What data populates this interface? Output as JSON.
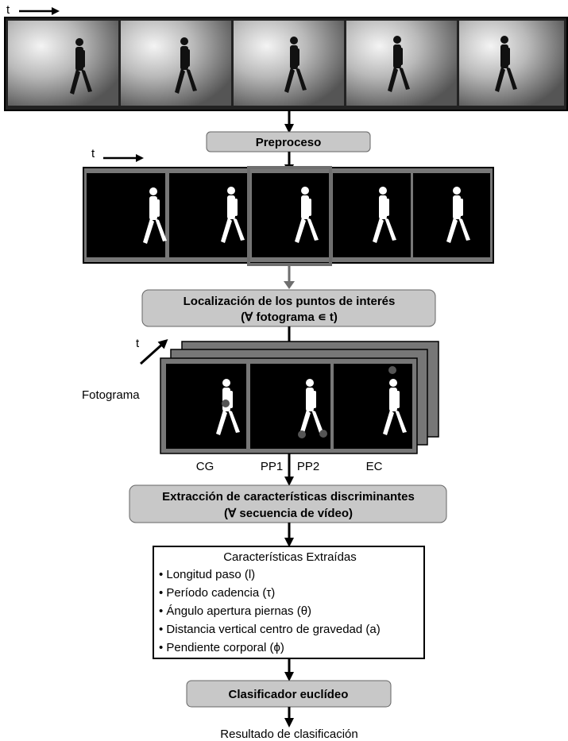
{
  "video_strip": {
    "time_label": "t",
    "frame_count": 5
  },
  "steps": {
    "preprocess": "Preproceso",
    "localization_line1": "Localización de los puntos de interés",
    "localization_line2": "(∀ fotograma ∊ t)",
    "extraction_line1": "Extracción de características discriminantes",
    "extraction_line2": "(∀ secuencia de vídeo)",
    "classifier": "Clasificador euclídeo",
    "result": "Resultado de clasificación"
  },
  "silhouette_strip": {
    "time_label": "t",
    "frame_count": 5
  },
  "frame_stack": {
    "time_label": "t",
    "side_label": "Fotograma",
    "point_labels": [
      "CG",
      "PP1",
      "PP2",
      "EC"
    ]
  },
  "features": {
    "title": "Características Extraídas",
    "items": [
      "• Longitud paso (l)",
      "• Período cadencia (τ)",
      "• Ángulo apertura piernas (θ)",
      "• Distancia vertical centro de gravedad (a)",
      "• Pendiente corporal (ϕ)"
    ]
  },
  "colors": {
    "box_fill": "#c8c8c8",
    "frame_border": "#7a7a7a",
    "highlight_border": "#6e6e6e",
    "point_fill": "#555555"
  }
}
